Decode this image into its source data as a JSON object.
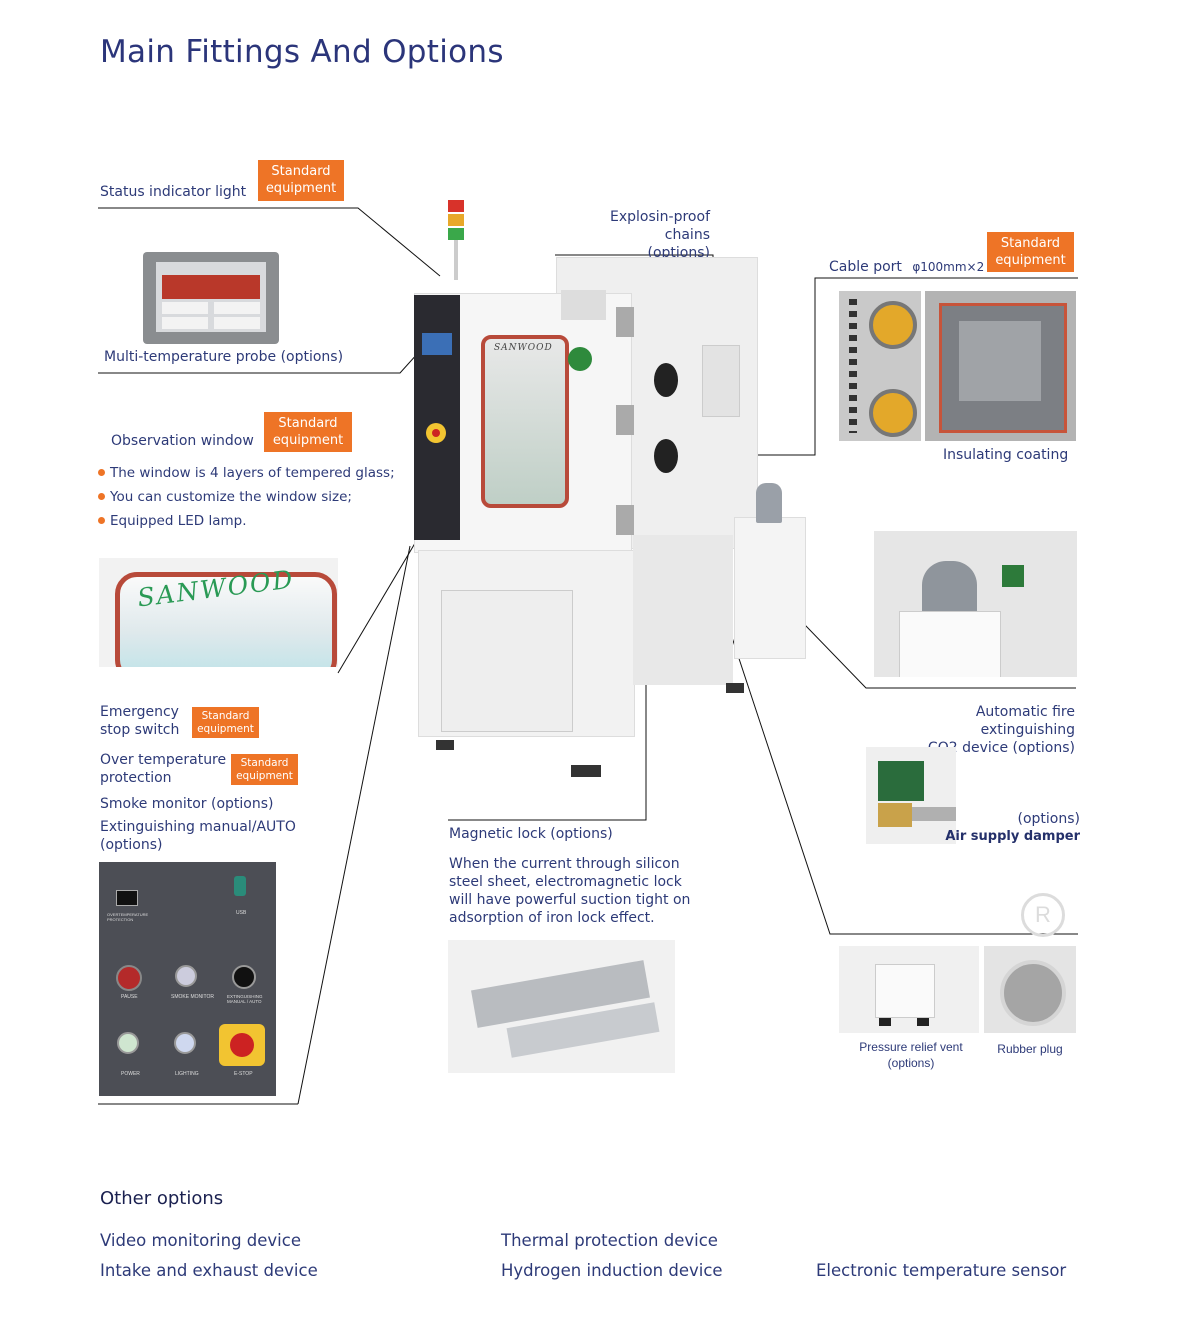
{
  "page": {
    "title": "Main Fittings And Options"
  },
  "left": {
    "status_light": "Status indicator light",
    "status_badge": "Standard equipment",
    "probe": "Multi-temperature probe (options)",
    "window_title": "Observation window",
    "window_badge": "Standard equipment",
    "window_points": [
      "The window is 4 layers of tempered glass;",
      "You can customize the window size;",
      "Equipped LED lamp."
    ],
    "window_logo": "SANWOOD",
    "emergency": [
      "Emergency",
      "stop switch"
    ],
    "emergency_badge": "Standard equipment",
    "overtemp": [
      "Over temperature",
      "protection"
    ],
    "overtemp_badge": "Standard equipment",
    "smoke": "Smoke monitor (options)",
    "extinguish": [
      "Extinguishing manual/AUTO",
      " (options)"
    ],
    "panel_labels": [
      "OVERTEMPERATURE PROTECTION",
      "USB",
      "PAUSE",
      "SMOKE MONITOR",
      "EXTINGUISHING MANUAL / AUTO",
      "POWER",
      "LIGHTING",
      "E-STOP"
    ]
  },
  "center": {
    "chains": [
      "Explosin-proof chains",
      "(options)"
    ],
    "chamber_logo": "SANWOOD",
    "magnetic_title": "Magnetic lock (options)",
    "magnetic_desc": [
      "When the current through silicon",
      "steel sheet, electromagnetic lock",
      "will have powerful suction tight on",
      "adsorption of iron lock effect."
    ]
  },
  "right": {
    "cable_port": "Cable port",
    "cable_spec": "φ100mm×2",
    "cable_badge": "Standard equipment",
    "insulating": "Insulating coating",
    "fire": [
      "Automatic fire extinguishing",
      "CO2 device (options)"
    ],
    "air_options": "(options)",
    "air": "Air supply damper",
    "pressure_vent": [
      "Pressure relief vent",
      "(options)"
    ],
    "rubber_plug": "Rubber plug"
  },
  "other": {
    "heading": "Other options",
    "items": [
      "Video monitoring device",
      "Thermal protection device",
      "Intake and exhaust device",
      "Hydrogen induction device",
      "Electronic temperature sensor"
    ]
  },
  "colors": {
    "accent": "#ee7426",
    "text": "#2d3a78",
    "title": "#2b357a"
  }
}
